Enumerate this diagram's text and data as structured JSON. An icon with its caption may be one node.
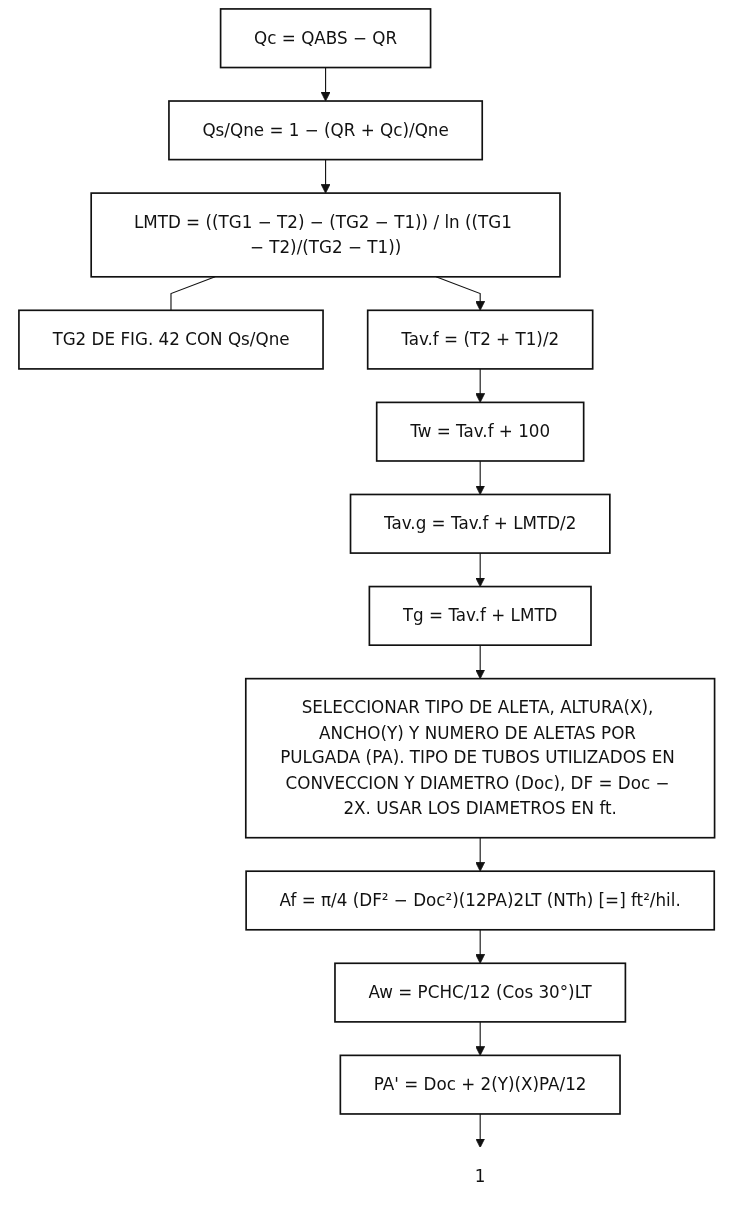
{
  "diagram": {
    "nodes": [
      {
        "text": [
          "Qc = QABS − QR"
        ]
      },
      {
        "text": [
          "Qs/Qne = 1 − (QR + Qc)/Qne"
        ]
      },
      {
        "text": [
          "LMTD = ((TG1 − T2) − (TG2 − T1)) / ln ((TG1 − T2)/(TG2 − T1))"
        ]
      },
      {
        "text": [
          "TG2 DE FIG. 42 CON Qs/Qne"
        ]
      },
      {
        "text": [
          "Tav.f = (T2 + T1)/2"
        ]
      },
      {
        "text": [
          "Tw = Tav.f + 100"
        ]
      },
      {
        "text": [
          "Tav.g = Tav.f + LMTD/2"
        ]
      },
      {
        "text": [
          "Tg = Tav.f + LMTD"
        ]
      },
      {
        "text": [
          "SELECCIONAR TIPO DE ALETA, ALTURA(X), ANCHO(Y) Y NUMERO DE ALETAS POR PULGADA (PA). TIPO DE TUBOS UTILIZADOS EN CONVECCION Y DIAMETRO (Doc), DF = Doc − 2X. USAR LOS DIAMETROS EN ft."
        ]
      },
      {
        "text": [
          "Af = π/4 (DF² − Doc²)(12PA)2LT (NTh) [=] ft²/hil."
        ]
      },
      {
        "text": [
          "Aw = PCHC/12 (Cos 30°)LT"
        ]
      },
      {
        "text": [
          "PA' = Doc + 2(Y)(X)PA/12"
        ]
      },
      {
        "text": [
          "1"
        ]
      }
    ],
    "edges": [
      {
        "from": 0,
        "to": 1,
        "arrow": "to"
      },
      {
        "from": 1,
        "to": 2,
        "arrow": "to"
      },
      {
        "from": 2,
        "to": 3,
        "arrow": "none"
      },
      {
        "from": 2,
        "to": 4,
        "arrow": "to"
      },
      {
        "from": 4,
        "to": 5,
        "arrow": "to"
      },
      {
        "from": 5,
        "to": 6,
        "arrow": "to"
      },
      {
        "from": 6,
        "to": 7,
        "arrow": "to"
      },
      {
        "from": 7,
        "to": 8,
        "arrow": "to"
      },
      {
        "from": 8,
        "to": 9,
        "arrow": "to"
      },
      {
        "from": 9,
        "to": 10,
        "arrow": "to"
      },
      {
        "from": 10,
        "to": 11,
        "arrow": "to"
      },
      {
        "from": 11,
        "to": 12,
        "arrow": "to"
      }
    ]
  }
}
